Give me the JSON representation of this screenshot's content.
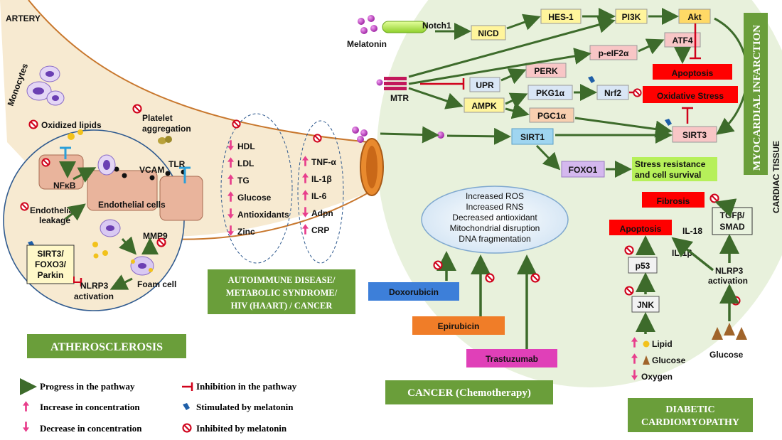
{
  "colors": {
    "arrow_green": "#3d6b2b",
    "inhibit_red": "#d0021b",
    "increase_pink": "#e83e8c",
    "stimulate_blue": "#1f5fa8",
    "caption_green": "#6a9e3a",
    "cardiac_bg": "#e8f1dc",
    "plaque_bg": "#f7ead1",
    "vessel_wall": "#e98a2e"
  },
  "labels": {
    "artery": "ARTERY",
    "cardiac_tissue": "CARDIAC TISSUE",
    "myocardial_infarction": "MYOCARDIAL INFARCTION"
  },
  "atherosclerosis": {
    "monocytes": "Monocytes",
    "oxidized_lipids": "Oxidized lipids",
    "platelet_aggregation_1": "Platelet",
    "platelet_aggregation_2": "aggregation",
    "nfkb": "NFκB",
    "vcam": "VCAM",
    "tlr": "TLR",
    "endothelial_cells": "Endothelial cells",
    "endothelial_leakage_1": "Endothelial",
    "endothelial_leakage_2": "leakage",
    "sirt3_box": [
      "SIRT3/",
      "FOXO3/",
      "Parkin"
    ],
    "mmp9": "MMP9",
    "foam_cell": "Foam cell",
    "nlrp3_1": "NLRP3",
    "nlrp3_2": "activation",
    "caption": "ATHEROSCLEROSIS"
  },
  "metabolic_list": [
    "HDL",
    "LDL",
    "TG",
    "Glucose",
    "Antioxidants",
    "Zinc"
  ],
  "cytokine_list": [
    "TNF-α",
    "IL-1β",
    "IL-6",
    "Adpn",
    "CRP"
  ],
  "autoimmune_caption": [
    "AUTOIMMUNE DISEASE/",
    "METABOLIC SYNDROME/",
    "HIV (HAART) / CANCER"
  ],
  "myocardial": {
    "melatonin": "Melatonin",
    "notch1": "Notch1",
    "nicd": "NICD",
    "hes1": "HES-1",
    "pi3k": "PI3K",
    "akt": "Akt",
    "atf4": "ATF4",
    "peif2a": "p-eIF2α",
    "apoptosis": "Apoptosis",
    "mtr": "MTR",
    "upr": "UPR",
    "perk": "PERK",
    "pkg1a": "PKG1α",
    "nrf2": "Nrf2",
    "oxidative_stress": "Oxidative Stress",
    "ampk": "AMPK",
    "pgc1a": "PGC1α",
    "sirt1": "SIRT1",
    "sirt3": "SIRT3",
    "foxo1": "FOXO1",
    "stress_resistance": [
      "Stress resistance",
      "and cell survival"
    ]
  },
  "cancer": {
    "effects": [
      "Increased ROS",
      "Increased RNS",
      "Decreased antioxidant",
      "Mitochondrial disruption",
      "DNA fragmentation"
    ],
    "doxorubicin": "Doxorubicin",
    "epirubicin": "Epirubicin",
    "trastuzumab": "Trastuzumab",
    "caption": "CANCER (Chemotherapy)"
  },
  "diabetic": {
    "fibrosis": "Fibrosis",
    "apoptosis": "Apoptosis",
    "tgf": [
      "TGFβ/",
      "SMAD"
    ],
    "il18": "IL-18",
    "il1b": "IL-1β",
    "p53": "p53",
    "jnk": "JNK",
    "nlrp3": [
      "NLRP3",
      "activation"
    ],
    "lipid": "Lipid",
    "glucose_left": "Glucose",
    "oxygen": "Oxygen",
    "glucose_right": "Glucose",
    "caption": [
      "DIABETIC",
      "CARDIOMYOPATHY"
    ]
  },
  "legend": {
    "progress": "Progress in the pathway",
    "inhibition": "Inhibition in the pathway",
    "increase": "Increase in concentration",
    "stimulated": "Stimulated by melatonin",
    "decrease": "Decrease in concentration",
    "inhibited": "Inhibited by melatonin"
  }
}
